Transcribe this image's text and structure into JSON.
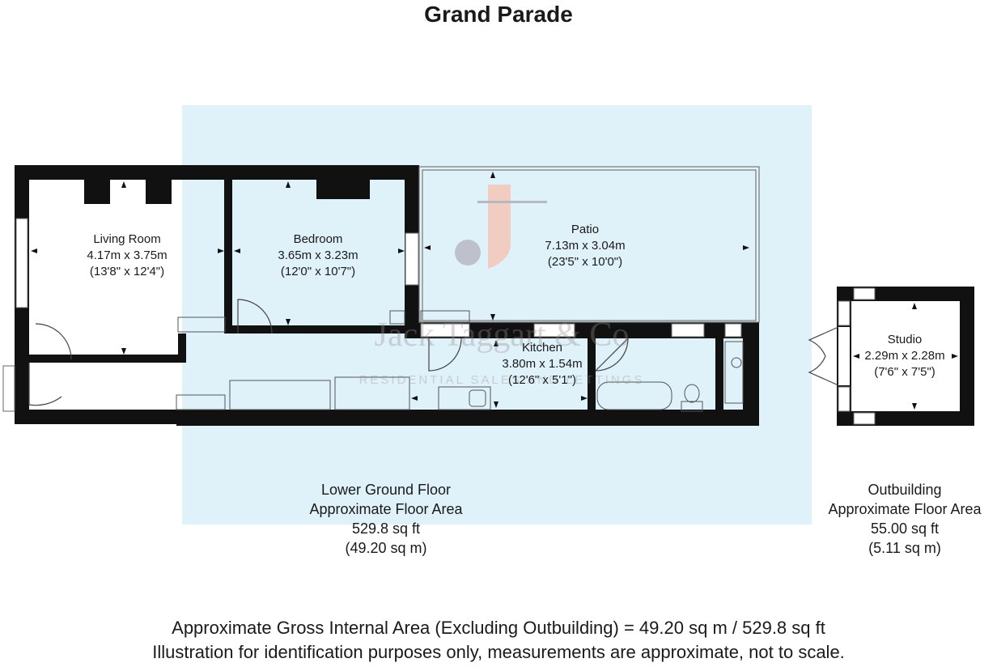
{
  "title": "Grand Parade",
  "colors": {
    "wall": "#111111",
    "highlight": "#dff1f9",
    "watermark_accent": "#f5c6b8"
  },
  "watermark": {
    "name": "Jack Taggart & Co",
    "tagline": "RESIDENTIAL SALES AND LETTINGS",
    "logo": "jt-logo"
  },
  "rooms": {
    "living": {
      "name": "Living Room",
      "metric": "4.17m x 3.75m",
      "imperial": "(13'8\" x 12'4\")"
    },
    "bedroom": {
      "name": "Bedroom",
      "metric": "3.65m x 3.23m",
      "imperial": "(12'0\" x 10'7\")"
    },
    "patio": {
      "name": "Patio",
      "metric": "7.13m x 3.04m",
      "imperial": "(23'5\" x 10'0\")"
    },
    "kitchen": {
      "name": "Kitchen",
      "metric": "3.80m x 1.54m",
      "imperial": "(12'6\" x 5'1\")"
    },
    "studio": {
      "name": "Studio",
      "metric": "2.29m x 2.28m",
      "imperial": "(7'6\" x 7'5\")"
    }
  },
  "floors": {
    "lower": {
      "name": "Lower Ground Floor",
      "caption": "Approximate Floor Area",
      "sqft": "529.8 sq ft",
      "sqm": "(49.20 sq m)"
    },
    "outbuilding": {
      "name": "Outbuilding",
      "caption": "Approximate Floor Area",
      "sqft": "55.00 sq ft",
      "sqm": "(5.11 sq m)"
    }
  },
  "footer": {
    "line1": "Approximate Gross Internal Area (Excluding Outbuilding) = 49.20 sq m / 529.8 sq ft",
    "line2": "Illustration for identification purposes only, measurements are approximate, not to scale."
  }
}
